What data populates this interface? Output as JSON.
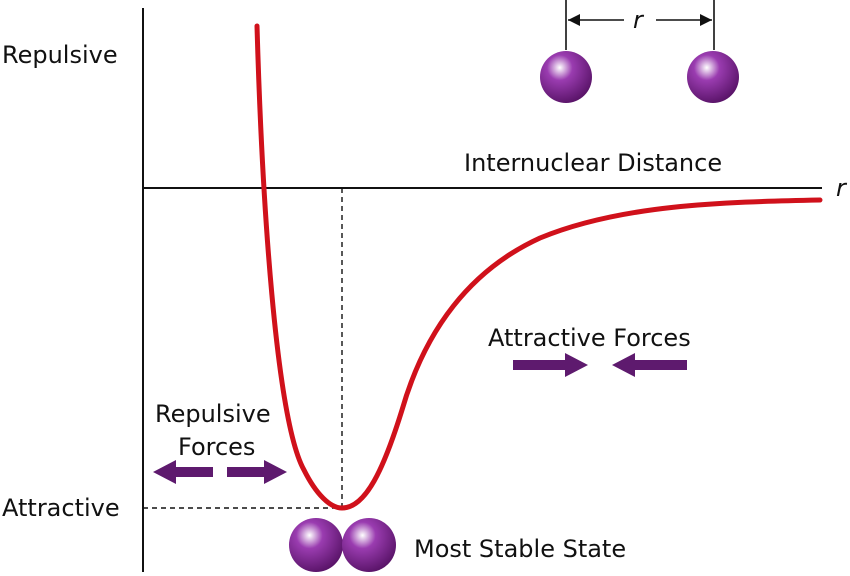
{
  "labels": {
    "y_top": "Repulsive",
    "y_bottom": "Attractive",
    "x_axis": "Internuclear Distance",
    "x_symbol": "r",
    "distance_symbol": "r",
    "attractive_forces": "Attractive Forces",
    "repulsive_forces_line1": "Repulsive",
    "repulsive_forces_line2": "Forces",
    "most_stable": "Most Stable State"
  },
  "colors": {
    "curve": "#d0111b",
    "arrows": "#5e1a6e",
    "sphere_dark": "#5a1469",
    "sphere_mid": "#9a3cb0",
    "sphere_light": "#ffffff",
    "axis": "#111111"
  },
  "icons": {
    "atom": "purple-sphere",
    "force_arrow": "purple-block-arrow"
  }
}
